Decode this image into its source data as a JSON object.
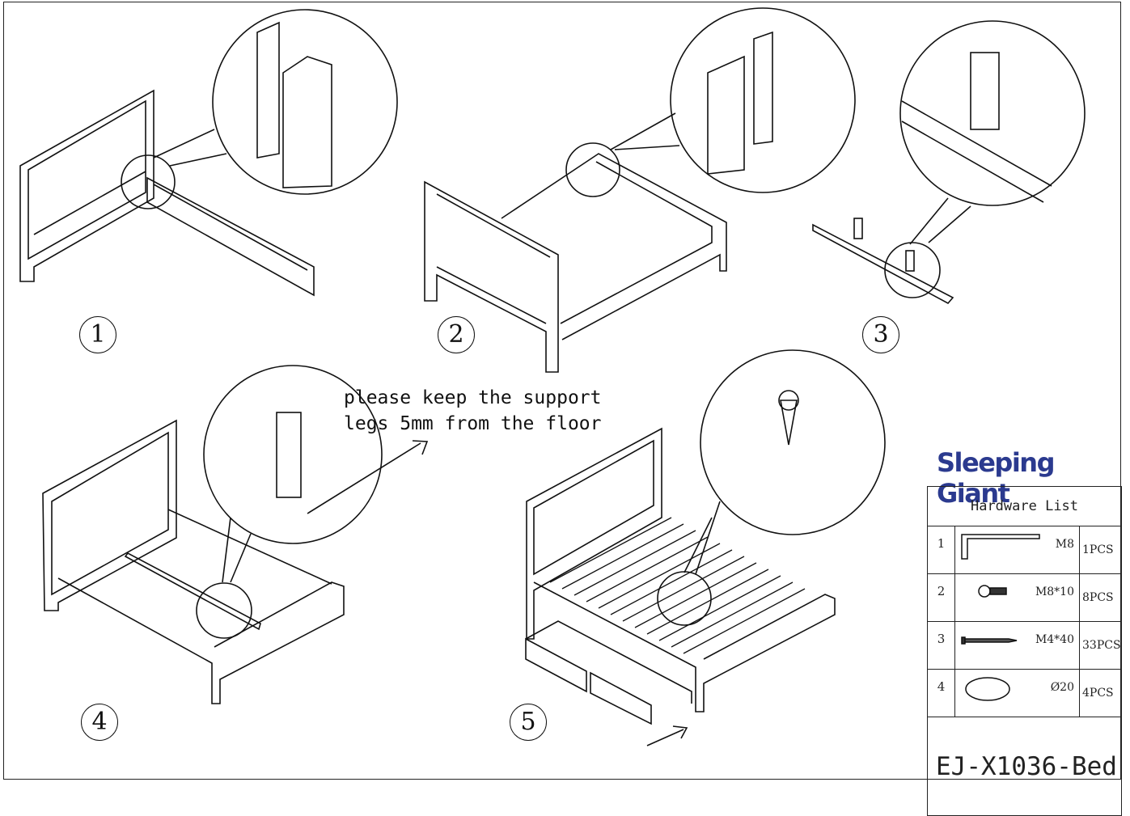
{
  "steps": [
    {
      "number": "1"
    },
    {
      "number": "2"
    },
    {
      "number": "3"
    },
    {
      "number": "4"
    },
    {
      "number": "5"
    }
  ],
  "note": {
    "line1": "please keep the support",
    "line2": "legs 5mm from the floor"
  },
  "brand": {
    "name": "Sleeping Giant",
    "color": "#2b3a8f"
  },
  "hardware_list": {
    "title": "Hardware List",
    "items": [
      {
        "no": "1",
        "icon": "allen-key-icon",
        "spec": "M8",
        "qty": "1PCS"
      },
      {
        "no": "2",
        "icon": "bolt-icon",
        "spec": "M8*10",
        "qty": "8PCS"
      },
      {
        "no": "3",
        "icon": "screw-icon",
        "spec": "M4*40",
        "qty": "33PCS"
      },
      {
        "no": "4",
        "icon": "felt-pad-icon",
        "spec": "Ø20",
        "qty": "4PCS"
      }
    ],
    "model": "EJ-X1036-Bed"
  }
}
